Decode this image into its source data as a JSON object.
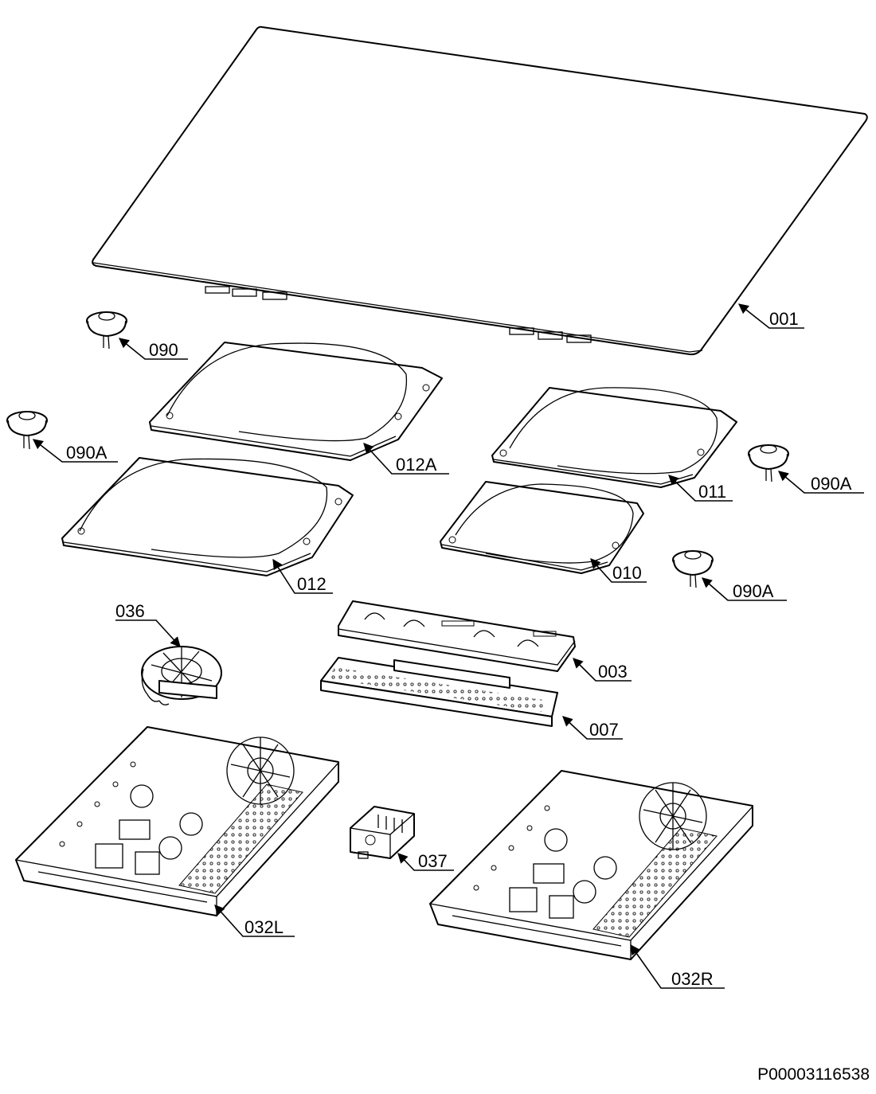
{
  "diagram": {
    "doc_code": "P00003116538",
    "labels": {
      "p001": "001",
      "p090": "090",
      "p090A_left": "090A",
      "p012A": "012A",
      "p011": "011",
      "p090A_right": "090A",
      "p012": "012",
      "p010": "010",
      "p090A_mid": "090A",
      "p036": "036",
      "p003": "003",
      "p007": "007",
      "p037": "037",
      "p032L": "032L",
      "p032R": "032R"
    }
  }
}
